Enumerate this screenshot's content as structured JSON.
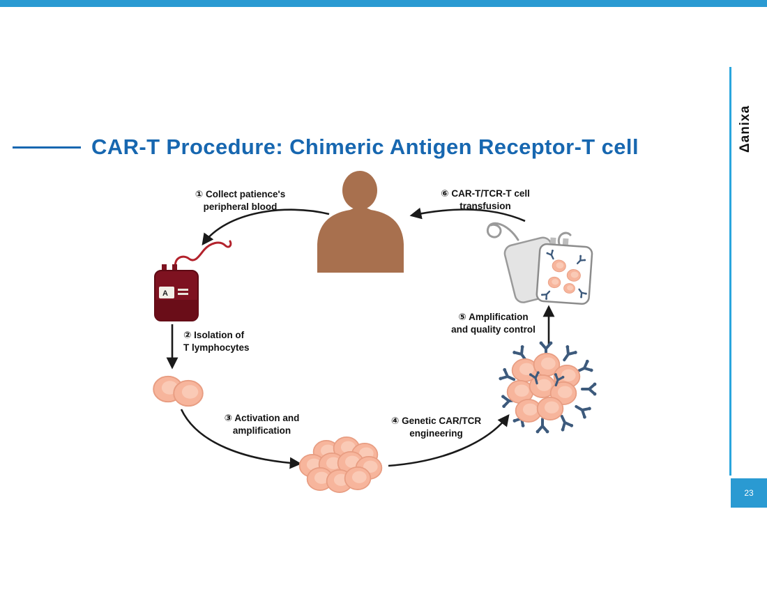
{
  "slide": {
    "title": "CAR-T Procedure: Chimeric Antigen Receptor-T cell",
    "title_color": "#1767b0",
    "accent_color": "#2a9ad2",
    "logo": "Δanixa",
    "page_number": "23"
  },
  "diagram": {
    "steps": [
      {
        "label": "① Collect patience's\nperipheral blood"
      },
      {
        "label": "② Isolation of\nT lymphocytes"
      },
      {
        "label": "③ Activation and\namplification"
      },
      {
        "label": "④ Genetic CAR/TCR\nengineering"
      },
      {
        "label": "⑤ Amplification\nand quality control"
      },
      {
        "label": "⑥ CAR-T/TCR-T cell\ntransfusion"
      }
    ],
    "blood_bag_label": "A",
    "colors": {
      "cell_fill": "#f7b59c",
      "receptor": "#3d5a7c",
      "blood_bag": "#7e1220",
      "skin": "#a8704e"
    }
  }
}
